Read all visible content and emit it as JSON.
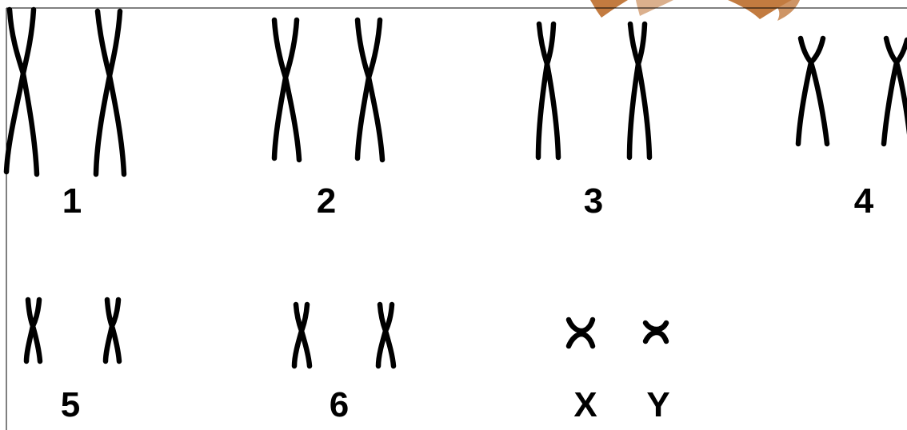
{
  "watermark_color": "#b8641f",
  "chromosomes": {
    "pair_1": {
      "label": "1"
    },
    "pair_2": {
      "label": "2"
    },
    "pair_3": {
      "label": "3"
    },
    "pair_4": {
      "label": "4"
    },
    "pair_5": {
      "label": "5"
    },
    "pair_6": {
      "label": "6"
    },
    "sex_x": {
      "label": "X"
    },
    "sex_y": {
      "label": "Y"
    }
  }
}
